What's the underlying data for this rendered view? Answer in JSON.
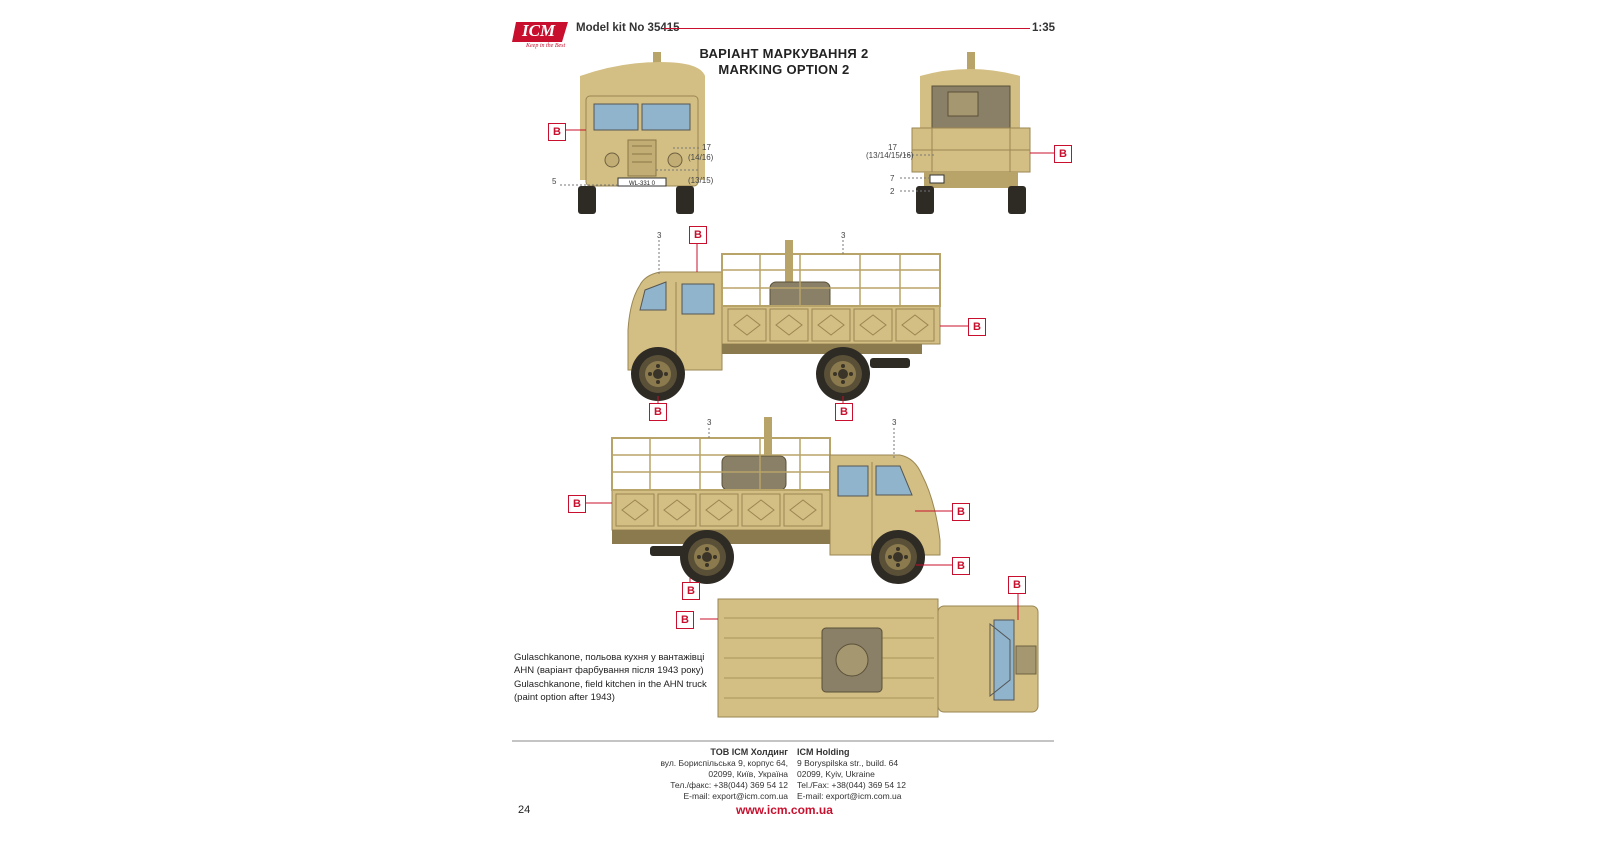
{
  "header": {
    "logo": "ICM",
    "logo_tagline": "Keep in the Best",
    "kit_label": "Model kit No 35415",
    "scale": "1:35"
  },
  "title": {
    "line_ua": "ВАРІАНТ МАРКУВАННЯ 2",
    "line_en": "MARKING OPTION 2"
  },
  "badge_label": "B",
  "callouts": {
    "front_17": "17",
    "front_14_16": "(14/16)",
    "front_13_15": "(13/15)",
    "front_5": "5",
    "rear_17": "17",
    "rear_13_16": "(13/14/15/16)",
    "rear_7": "7",
    "rear_2": "2",
    "side1_3a": "3",
    "side1_3b": "3",
    "side2_3a": "3",
    "side2_3b": "3"
  },
  "front_plate": "WL-331 0",
  "description": {
    "ua_1": "Gulaschkanone, польова кухня у вантажівці",
    "ua_2": "AHN (варіант фарбування після 1943 року)",
    "en_1": "Gulaschkanone, field kitchen in the AHN truck",
    "en_2": "(paint option after 1943)"
  },
  "footer": {
    "ua_company": "ТОВ ICM Холдинг",
    "ua_addr1": "вул. Бориспільська 9, корпус 64,",
    "ua_addr2": "02099, Київ, Україна",
    "ua_phone": "Тел./факс: +38(044) 369 54 12",
    "ua_email": "E-mail: export@icm.com.ua",
    "en_company": "ICM Holding",
    "en_addr1": "9 Boryspilska str., build. 64",
    "en_addr2": "02099, Kyiv, Ukraine",
    "en_phone": "Tel./Fax: +38(044) 369 54 12",
    "en_email": "E-mail: export@icm.com.ua",
    "website": "www.icm.com.ua",
    "page_number": "24"
  },
  "colors": {
    "sand": "#d3bf83",
    "sand_dark": "#b8a468",
    "glass": "#8fb4cc",
    "tire": "#2e2a24",
    "accent_red": "#c8102e"
  }
}
